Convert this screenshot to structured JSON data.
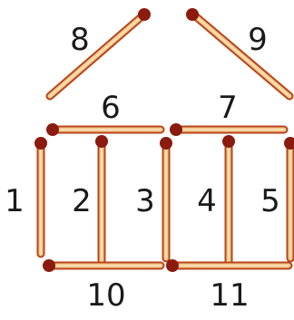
{
  "puzzle": {
    "colors": {
      "background": "#ffffff",
      "stick_edge": "#b8451b",
      "stick_core": "#f2c98d",
      "stick_highlight": "#fbe6c2",
      "head": "#8b1a0f",
      "head_shine": "#c9483a",
      "label": "#1a1a1a"
    },
    "matchsticks": [
      {
        "id": "1",
        "label": "1"
      },
      {
        "id": "2",
        "label": "2"
      },
      {
        "id": "3",
        "label": "3"
      },
      {
        "id": "4",
        "label": "4"
      },
      {
        "id": "5",
        "label": "5"
      },
      {
        "id": "6",
        "label": "6"
      },
      {
        "id": "7",
        "label": "7"
      },
      {
        "id": "8",
        "label": "8"
      },
      {
        "id": "9",
        "label": "9"
      },
      {
        "id": "10",
        "label": "10"
      },
      {
        "id": "11",
        "label": "11"
      }
    ]
  }
}
